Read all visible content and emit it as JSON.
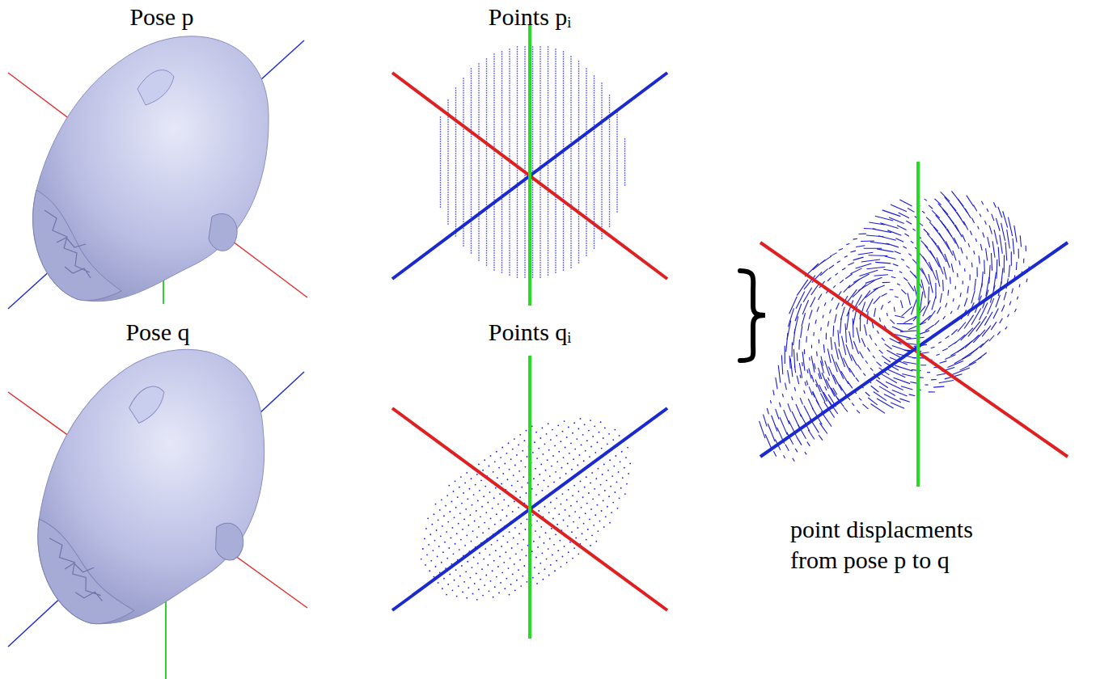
{
  "diagram": {
    "labels": [
      "Pose p",
      "Pose q",
      "Points pᵢ",
      "Points qᵢ",
      "point displacments from pose p to q"
    ]
  }
}
